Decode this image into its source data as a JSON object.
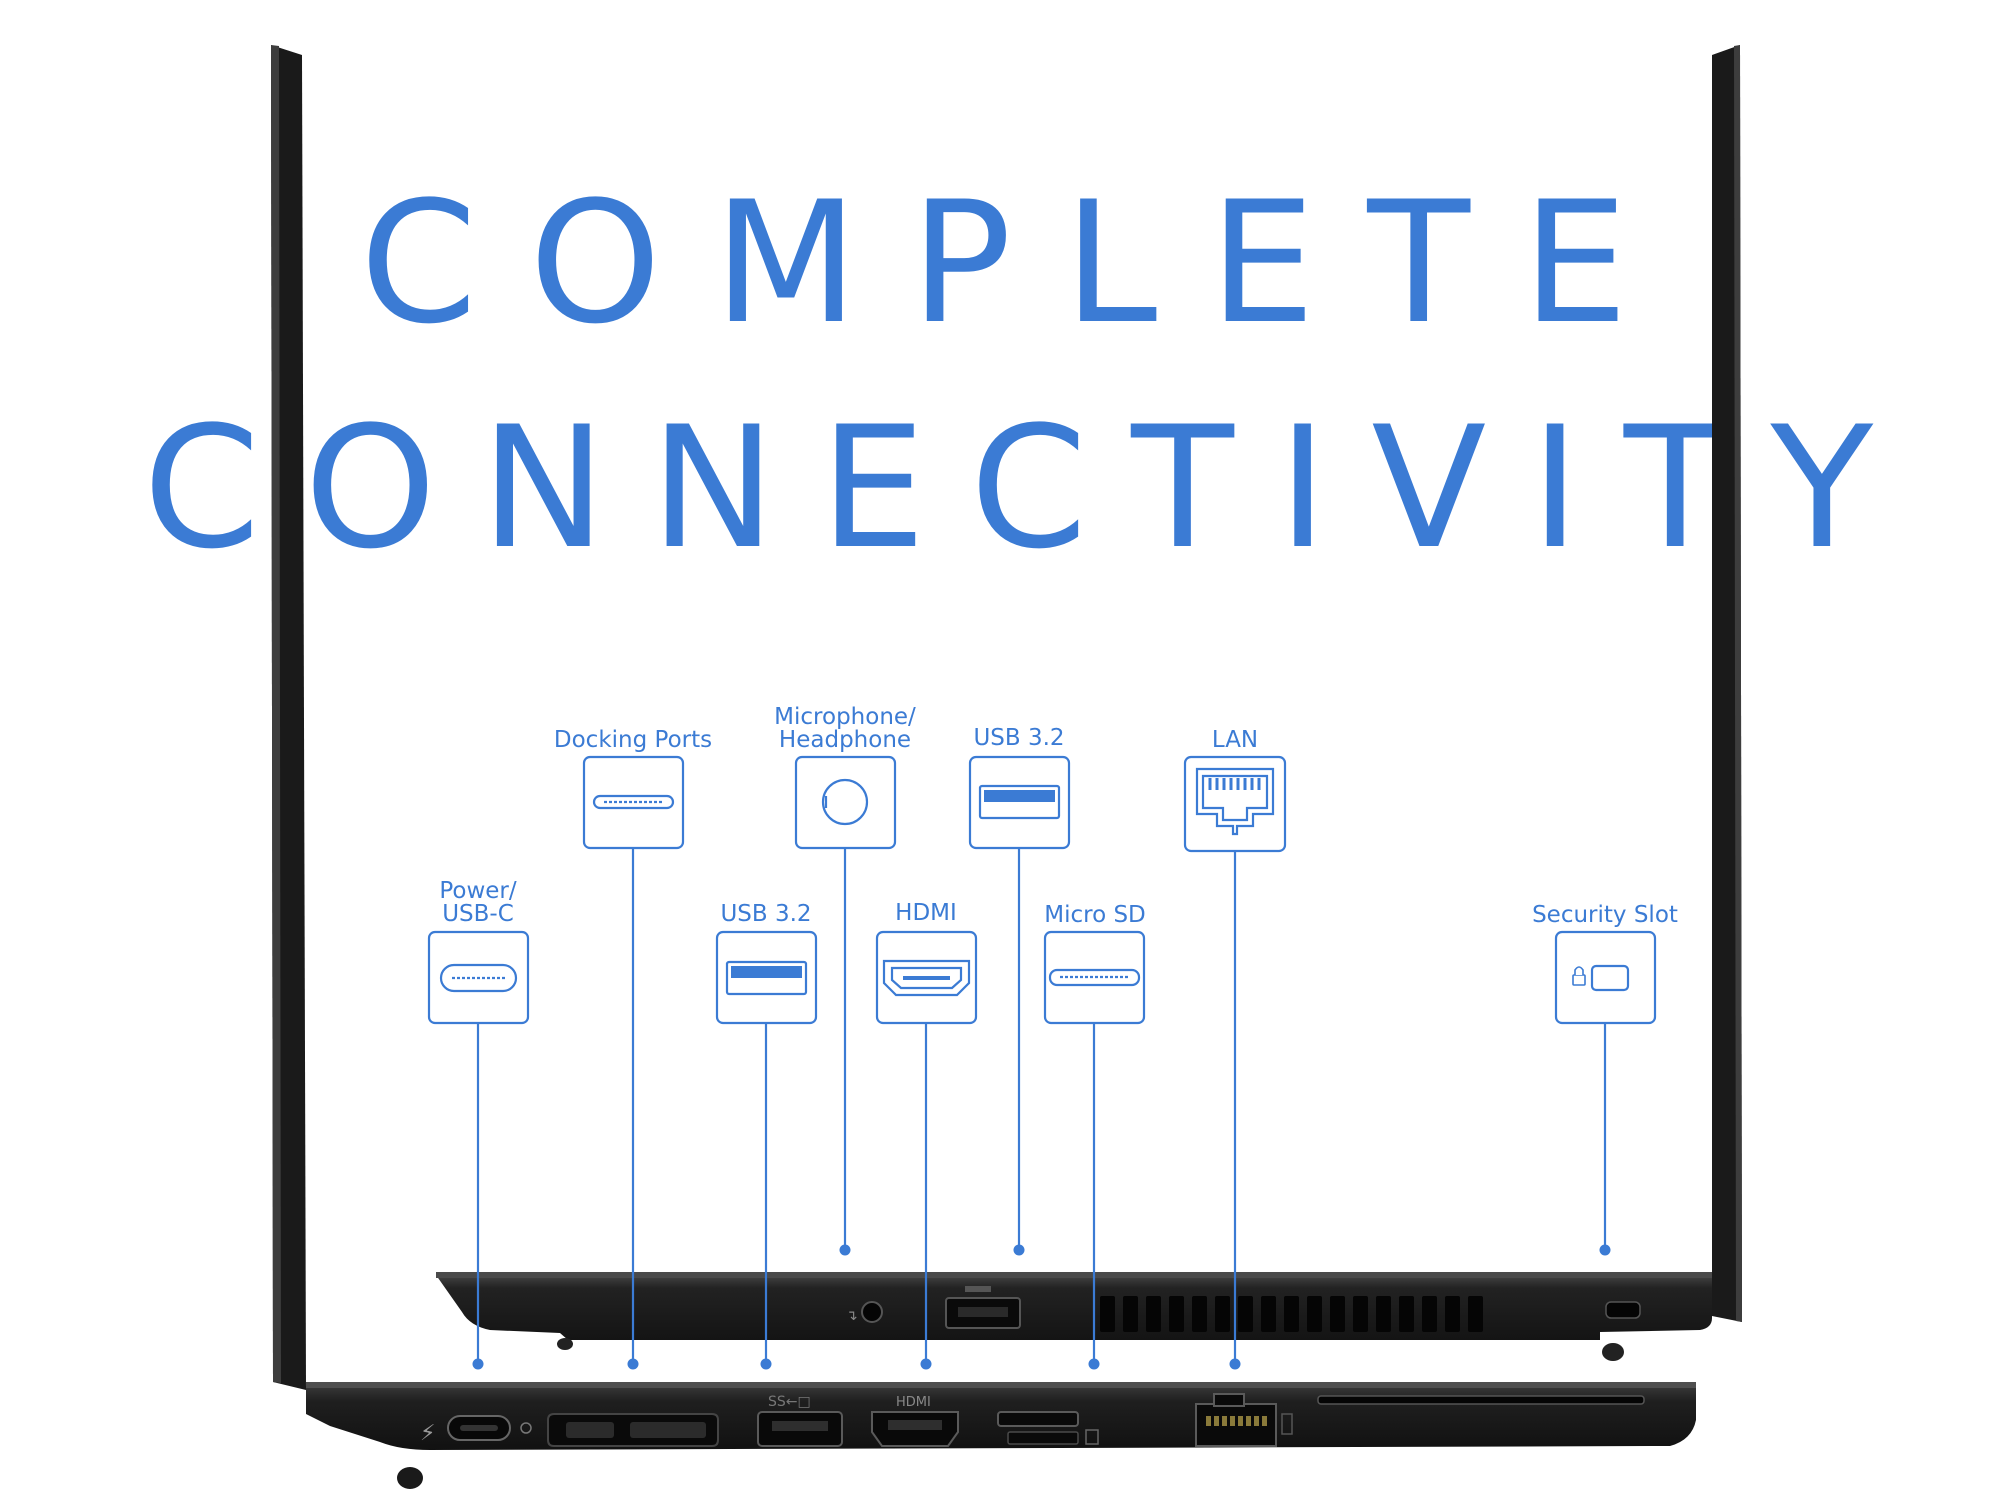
{
  "headline": {
    "line1": "COMPLETE",
    "line2": "CONNECTIVITY"
  },
  "ports": {
    "power_usbc": "Power/\nUSB-C",
    "docking": "Docking Ports",
    "mic_headphone": "Microphone/\nHeadphone",
    "usb32_left": "USB 3.2",
    "usb32_right": "USB 3.2",
    "hdmi": "HDMI",
    "microsd": "Micro SD",
    "lan": "LAN",
    "security": "Security Slot"
  },
  "chassis_marks": {
    "hdmi": "HDMI"
  },
  "colors": {
    "accent": "#3b7bd4",
    "chassis": "#1c1c1c",
    "icon_fill": "#3b7bd4"
  }
}
